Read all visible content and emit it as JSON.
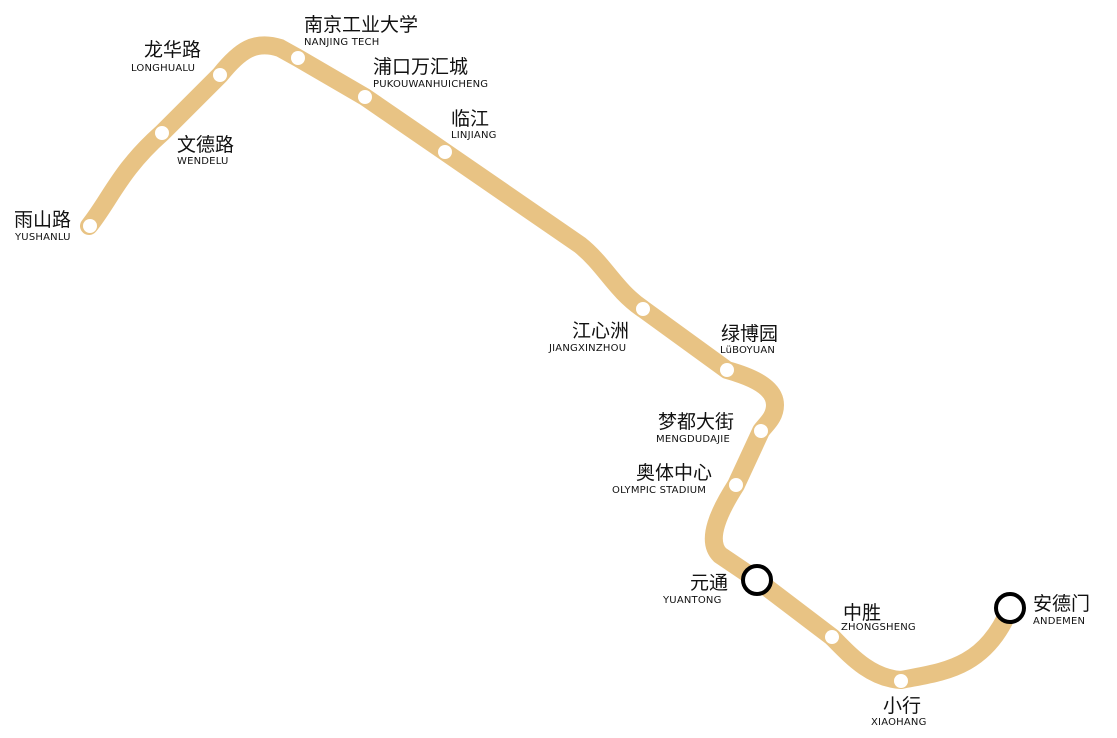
{
  "line": {
    "color": "#E8C384",
    "transfer_stroke": "#000000"
  },
  "stations": [
    {
      "id": "yushanlu",
      "zh": "雨山路",
      "en": "YUSHANLU",
      "transfer": false
    },
    {
      "id": "wendelu",
      "zh": "文德路",
      "en": "WENDELU",
      "transfer": false
    },
    {
      "id": "longhualu",
      "zh": "龙华路",
      "en": "LONGHUALU",
      "transfer": false
    },
    {
      "id": "nanjing-tech",
      "zh": "南京工业大学",
      "en": "NANJING TECH",
      "transfer": false
    },
    {
      "id": "pukouwanhuicheng",
      "zh": "浦口万汇城",
      "en": "PUKOUWANHUICHENG",
      "transfer": false
    },
    {
      "id": "linjiang",
      "zh": "临江",
      "en": "LINJIANG",
      "transfer": false
    },
    {
      "id": "jiangxinzhou",
      "zh": "江心洲",
      "en": "JIANGXINZHOU",
      "transfer": false
    },
    {
      "id": "luboyuan",
      "zh": "绿博园",
      "en": "LüBOYUAN",
      "transfer": false
    },
    {
      "id": "mengdudajie",
      "zh": "梦都大街",
      "en": "MENGDUDAJIE",
      "transfer": false
    },
    {
      "id": "olympic-stadium",
      "zh": "奥体中心",
      "en": "OLYMPIC STADIUM",
      "transfer": false
    },
    {
      "id": "yuantong",
      "zh": "元通",
      "en": "YUANTONG",
      "transfer": true
    },
    {
      "id": "zhongsheng",
      "zh": "中胜",
      "en": "ZHONGSHENG",
      "transfer": false
    },
    {
      "id": "xiaohang",
      "zh": "小行",
      "en": "XIAOHANG",
      "transfer": false
    },
    {
      "id": "andemen",
      "zh": "安德门",
      "en": "ANDEMEN",
      "transfer": true
    }
  ]
}
